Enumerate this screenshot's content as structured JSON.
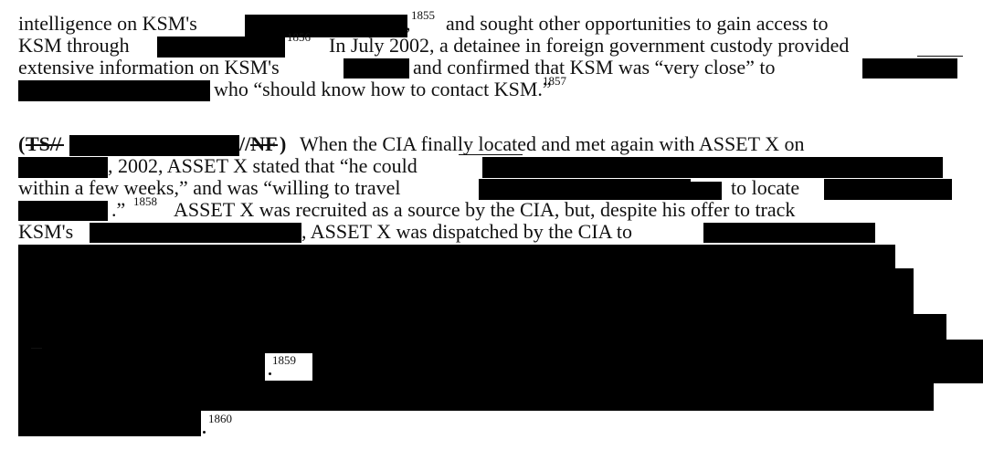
{
  "paragraph1": {
    "line1": {
      "a": "intelligence on KSM's",
      "fn": "1855",
      "b": "and sought other opportunities to gain access to"
    },
    "line2": {
      "a": "KSM through",
      "fn": "1856",
      "b": "In July 2002, a detainee in foreign government custody provided"
    },
    "line3": {
      "a": "extensive information on KSM's",
      "b": "and confirmed that KSM was “very close” to"
    },
    "line4": {
      "a": "who “should know how to contact KSM.”",
      "fn": "1857"
    }
  },
  "paragraph2": {
    "line1": {
      "class_open": "(",
      "ts": "TS//",
      "nf": "//NF",
      "class_close": ")",
      "a": "When the CIA finally located and met again with ASSET X on"
    },
    "line2": {
      "a": ", 2002, ASSET X stated that “he could"
    },
    "line3": {
      "a": "within a few weeks,” and was “willing to travel",
      "b": "to locate"
    },
    "line4": {
      "a": ".”",
      "fn": "1858",
      "b": "ASSET X was recruited as a source by the CIA, but, despite his offer to track"
    },
    "line5": {
      "a": "KSM's",
      "b": ", ASSET X was dispatched by the CIA to"
    },
    "footnote_a": "1859",
    "footnote_b": "1860"
  }
}
